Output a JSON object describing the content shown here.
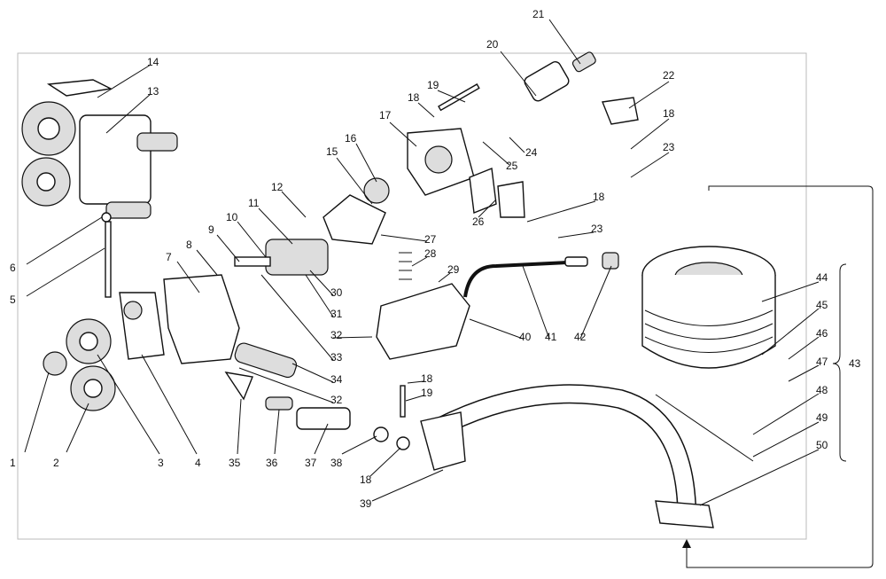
{
  "diagram": {
    "callouts": [
      "1",
      "2",
      "3",
      "4",
      "5",
      "6",
      "7",
      "8",
      "9",
      "10",
      "11",
      "12",
      "13",
      "14",
      "15",
      "16",
      "17",
      "18",
      "19",
      "20",
      "21",
      "22",
      "18",
      "23",
      "24",
      "25",
      "26",
      "18",
      "23",
      "27",
      "28",
      "29",
      "30",
      "31",
      "32",
      "33",
      "34",
      "32",
      "35",
      "36",
      "37",
      "38",
      "18",
      "39",
      "18",
      "19",
      "40",
      "41",
      "42",
      "43",
      "44",
      "45",
      "46",
      "47",
      "48",
      "49",
      "50"
    ]
  }
}
